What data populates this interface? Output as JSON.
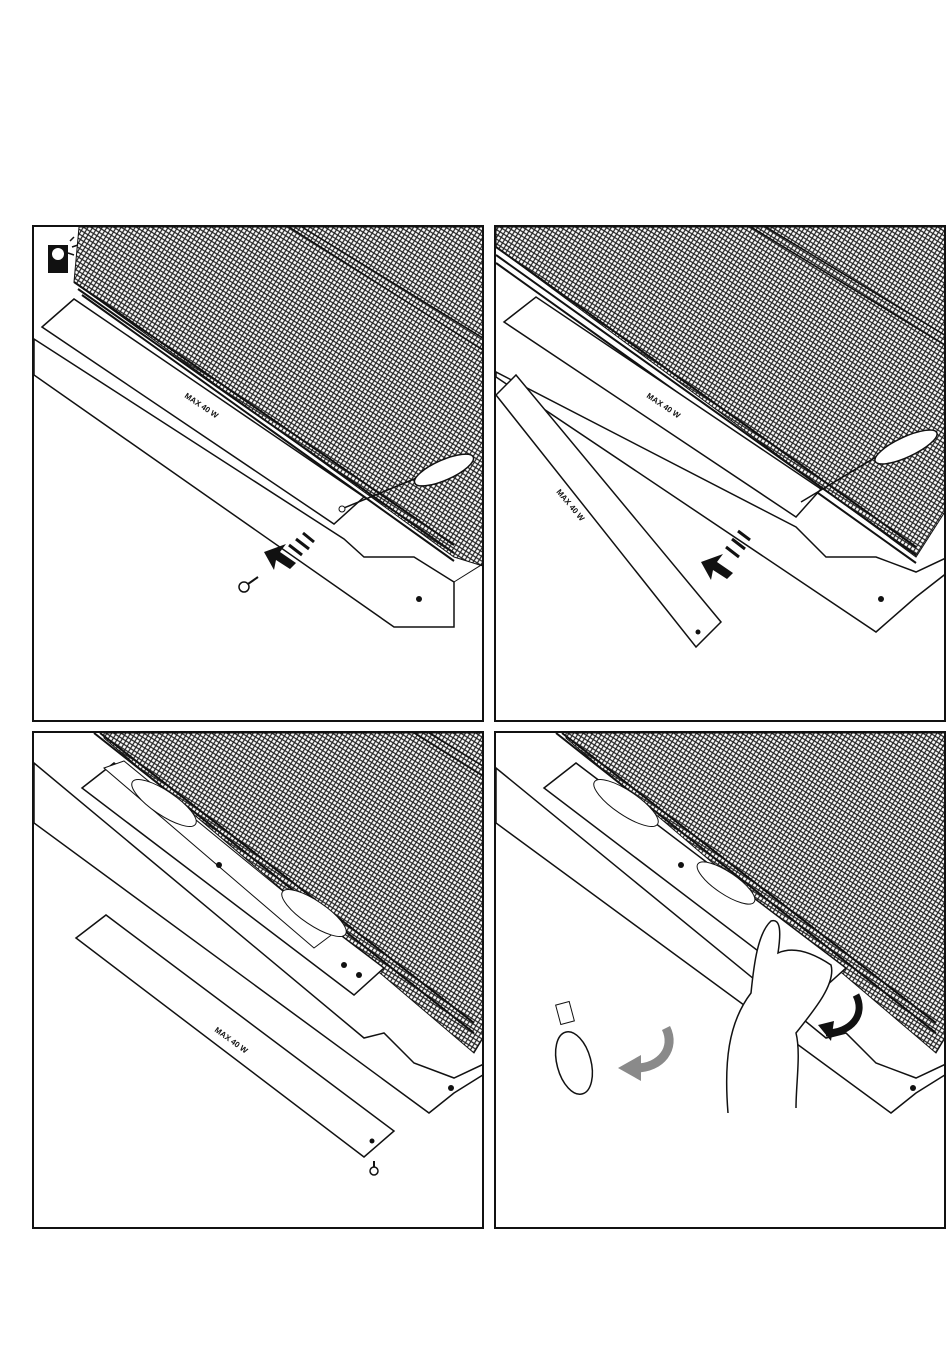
{
  "panels": [
    {
      "id": "step-1",
      "cover_label": "MAX 40 W",
      "icon": "lamp-bulb-icon",
      "tool": "screwdriver-icon",
      "action": "remove-screw"
    },
    {
      "id": "step-2",
      "cover_label": "MAX 40 W",
      "tool": "screwdriver-icon",
      "action": "lower-lamp-cover"
    },
    {
      "id": "step-3",
      "cover_label": "MAX 40 W",
      "action": "cover-removed"
    },
    {
      "id": "step-4",
      "action": "unscrew-bulb",
      "icon": "bulb-icon"
    }
  ],
  "colors": {
    "line": "#111111",
    "arrow_dark": "#111111",
    "arrow_grey": "#8a8a8a",
    "background": "#ffffff"
  }
}
